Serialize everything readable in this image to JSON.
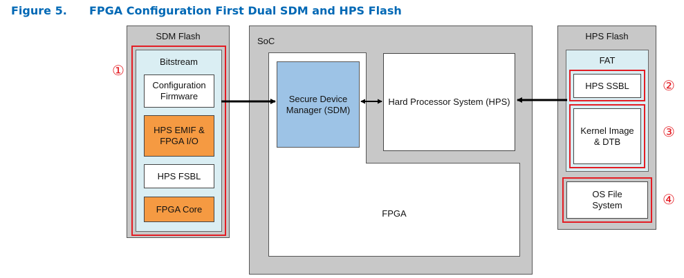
{
  "figure": {
    "number": "Figure 5.",
    "title": "FPGA Configuration First Dual SDM and HPS Flash"
  },
  "sdm_flash": {
    "title": "SDM Flash",
    "bitstream_title": "Bitstream",
    "items": [
      {
        "label": "Configuration\nFirmware",
        "color": "#ffffff"
      },
      {
        "label": "HPS EMIF &\nFPGA I/O",
        "color": "#f59a42"
      },
      {
        "label": "HPS FSBL",
        "color": "#ffffff"
      },
      {
        "label": "FPGA Core",
        "color": "#f59a42"
      }
    ],
    "marker": "①"
  },
  "soc": {
    "title": "SoC",
    "sdm_label": "Secure Device\nManager (SDM)",
    "hps_label": "Hard Processor System (HPS)",
    "fpga_label": "FPGA"
  },
  "hps_flash": {
    "title": "HPS Flash",
    "fat_title": "FAT",
    "ssbl_label": "HPS SSBL",
    "kernel_label": "Kernel Image\n& DTB",
    "osfs_label": "OS File\nSystem",
    "markers": [
      "②",
      "③",
      "④"
    ]
  },
  "colors": {
    "title_blue": "#0068b5",
    "highlight_red": "#e31c23",
    "sdm_blue": "#9dc3e6",
    "orange": "#f59a42",
    "light_blue": "#daeef3",
    "panel_gray": "#c8c8c8"
  }
}
